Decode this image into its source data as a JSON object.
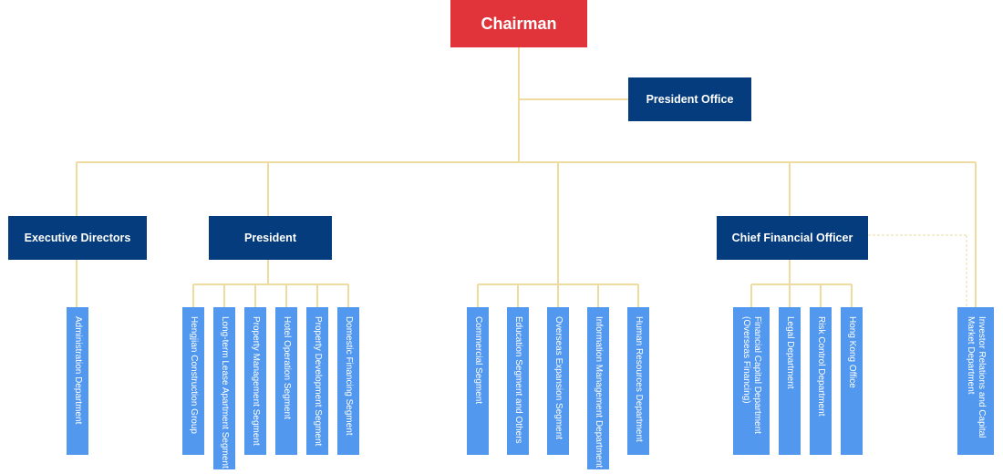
{
  "colors": {
    "chairman": "#e0343a",
    "executive": "#053c7d",
    "department": "#5298ee",
    "connector": "#eddba0"
  },
  "chairman": {
    "label": "Chairman"
  },
  "president_office": {
    "label": "President Office"
  },
  "executive_directors": {
    "label": "Executive Directors",
    "departments": [
      "Administration Department"
    ]
  },
  "president": {
    "label": "President",
    "departments": [
      "Hengjian Construction Group",
      "Long-term Lease Apartment Segment",
      "Property Management Segment",
      "Hotel Operation Segment",
      "Property Development Segment",
      "Domestic Financing Segment"
    ]
  },
  "chairman_direct": {
    "departments": [
      "Commercial Segment",
      "Education Segment and Others",
      "Overseas Expansion Segment",
      "Information Management Department",
      "Human Resources Department"
    ]
  },
  "cfo": {
    "label": "Chief Financial Officer",
    "departments": [
      "Financial Capital Department\n(Overseas Financing)",
      "Legal Department",
      "Risk Control Department",
      "Hong Kong Office"
    ]
  },
  "market": {
    "departments": [
      "Investor Relations and Capital\nMarket Department"
    ]
  }
}
